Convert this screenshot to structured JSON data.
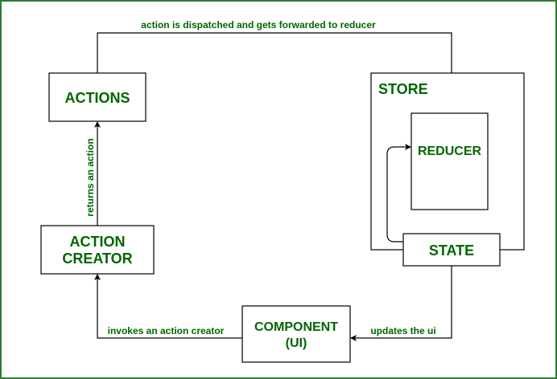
{
  "nodes": {
    "actions": "ACTIONS",
    "store": "STORE",
    "reducer": "REDUCER",
    "state": "STATE",
    "action_creator": [
      "ACTION",
      "CREATOR"
    ],
    "component": [
      "COMPONENT",
      "(UI)"
    ]
  },
  "edges": {
    "actions_to_reducer": "action is dispatched and gets forwarded to reducer",
    "creator_to_actions": "returns an action",
    "component_to_creator": "invokes an action creator",
    "state_to_component": "updates the ui"
  },
  "colors": {
    "text": "#006600",
    "frame": "#2e7d32",
    "lines": "#000000"
  }
}
